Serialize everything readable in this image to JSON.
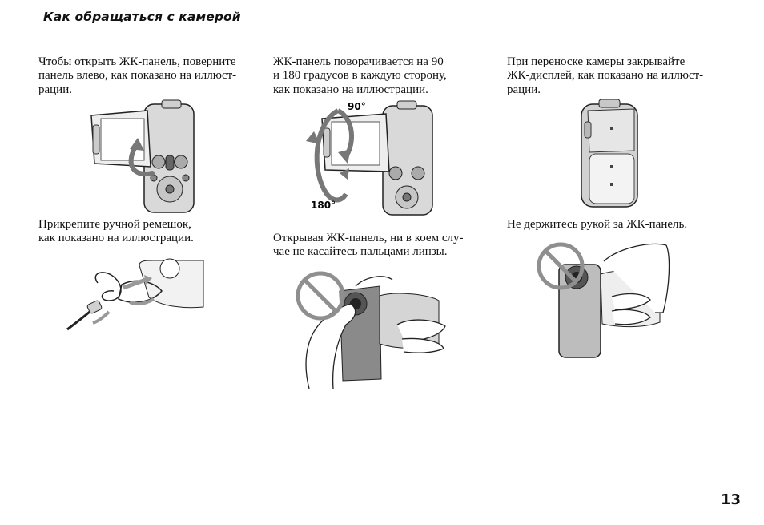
{
  "header": {
    "title": "Как  обращаться с камерой"
  },
  "columns": [
    {
      "top_text": "Чтобы открыть ЖК-панель, поверните\nпанель влево, как показано на иллюст-\nрации.",
      "bottom_text": "Прикрепите ручной ремешок,\nкак показано на иллюстрации."
    },
    {
      "top_text": "ЖК-панель поворачивается на 90\nи 180 градусов в каждую сторону,\nкак показано на иллюстрации.",
      "bottom_text": "Открывая ЖК-панель, ни в коем слу-\nчае не касайтесь пальцами линзы.",
      "angle_labels": {
        "top": "90°",
        "bottom": "180°"
      }
    },
    {
      "top_text": "При переноске камеры закрывайте\nЖК-дисплей, как показано на иллюст-\nрации.",
      "bottom_text": "Не держитесь рукой за ЖК-панель."
    }
  ],
  "page_number": "13"
}
